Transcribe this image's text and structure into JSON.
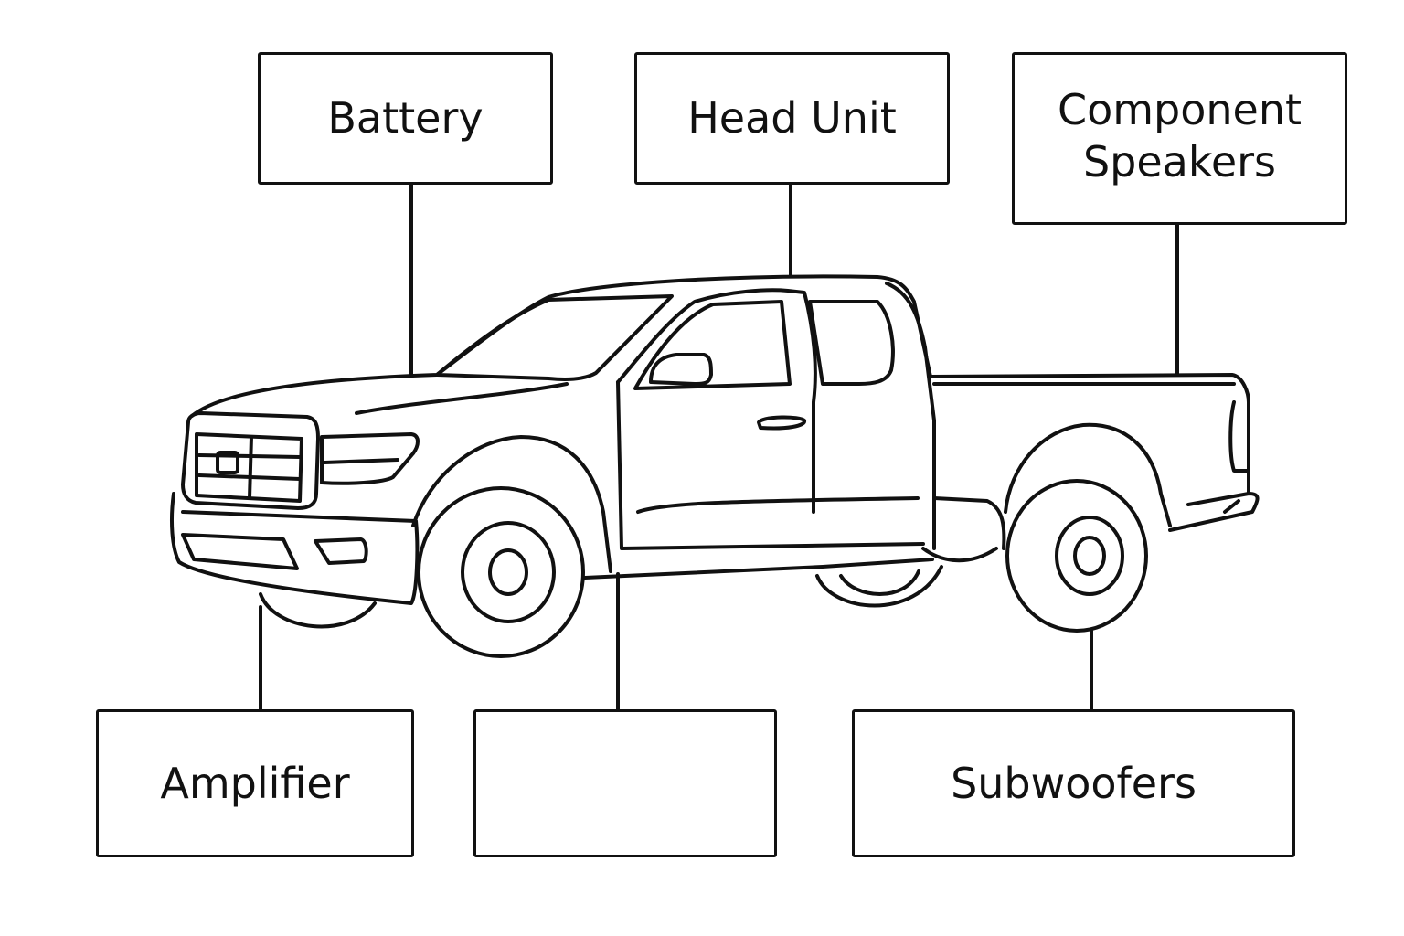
{
  "labels": {
    "battery": "Battery",
    "head_unit": "Head Unit",
    "component_speakers_line1": "Component",
    "component_speakers_line2": "Speakers",
    "amplifier": "Amplifier",
    "unlabeled": "",
    "subwoofers": "Subwoofers"
  },
  "colors": {
    "line": "#111111",
    "background": "#ffffff"
  },
  "illustration": "pickup-truck-line-drawing"
}
